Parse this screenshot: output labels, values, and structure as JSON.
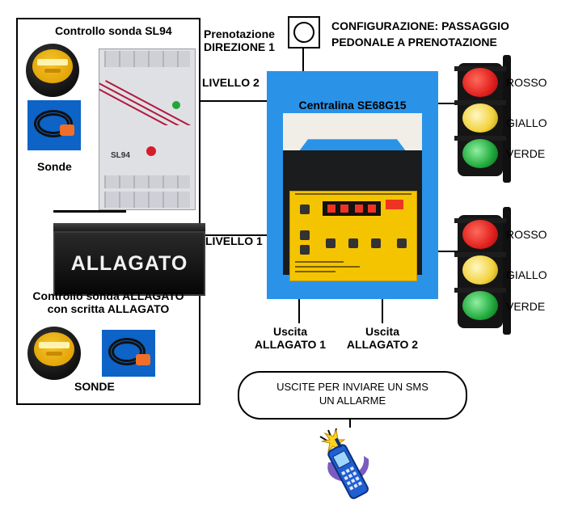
{
  "config_title": [
    "CONFIGURAZIONE: PASSAGGIO",
    "PEDONALE A PRENOTAZIONE"
  ],
  "left_panel": {
    "sl94_title": "Controllo sonda SL94",
    "sonde_label": "Sonde",
    "sl94_device_text": "SL94",
    "allagato_box_text": "ALLAGATO",
    "allagato_title": [
      "Controllo sonda ALLAGATO",
      "con scritta ALLAGATO"
    ],
    "sonde_caps_label": "SONDE"
  },
  "prenotazione": [
    "Prenotazione",
    "DIREZIONE 1"
  ],
  "livello_2": "LIVELLO 2",
  "livello_1": "LIVELLO 1",
  "central_title": "Centralina SE68G15",
  "traffic_light_labels": [
    "ROSSO",
    "GIALLO",
    "VERDE"
  ],
  "outputs": {
    "uscita_1": [
      "Uscita",
      "ALLAGATO 1"
    ],
    "uscita_2": [
      "Uscita",
      "ALLAGATO 2"
    ]
  },
  "sms_box": [
    "USCITE PER INVIARE UN SMS",
    "UN ALLARME"
  ],
  "icons": [
    "round-sensor-icon",
    "cable-probe-icon",
    "traffic-light-icon",
    "push-button-icon",
    "mobile-phone-icon"
  ],
  "colors": {
    "central_bg": "#2a93e8",
    "panel_yellow": "#f5c400",
    "red_lamp": "#e0201e",
    "yellow_lamp": "#f2d23c",
    "green_lamp": "#1fa83a",
    "probe_bg": "#0d63c6"
  }
}
